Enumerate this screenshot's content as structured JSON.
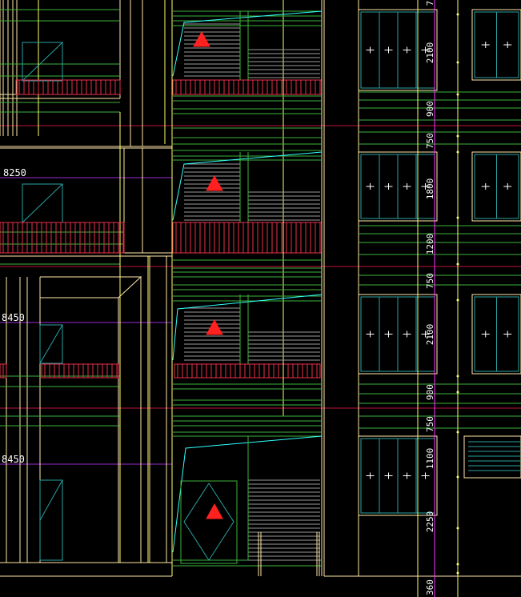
{
  "drawing": {
    "background": "#000000",
    "colors": {
      "yellow": "#ffff66",
      "cream": "#ffe9a8",
      "green": "#3cb43c",
      "cyan": "#33ffff",
      "teal": "#2aa2a2",
      "red": "#ff2020",
      "railing": "#e8304a",
      "magenta": "#ff33ff",
      "purple": "#9a2cd4",
      "crimson": "#c0143c",
      "white": "#ffffff",
      "grey": "#9a9a9a"
    },
    "level_labels": [
      "8250",
      "8450",
      "8450"
    ],
    "dimensions": [
      "2100",
      "900",
      "750",
      "1800",
      "1200",
      "750",
      "2100",
      "900",
      "750",
      "1100",
      "2250",
      "360"
    ],
    "top_clip_mark": "7"
  }
}
